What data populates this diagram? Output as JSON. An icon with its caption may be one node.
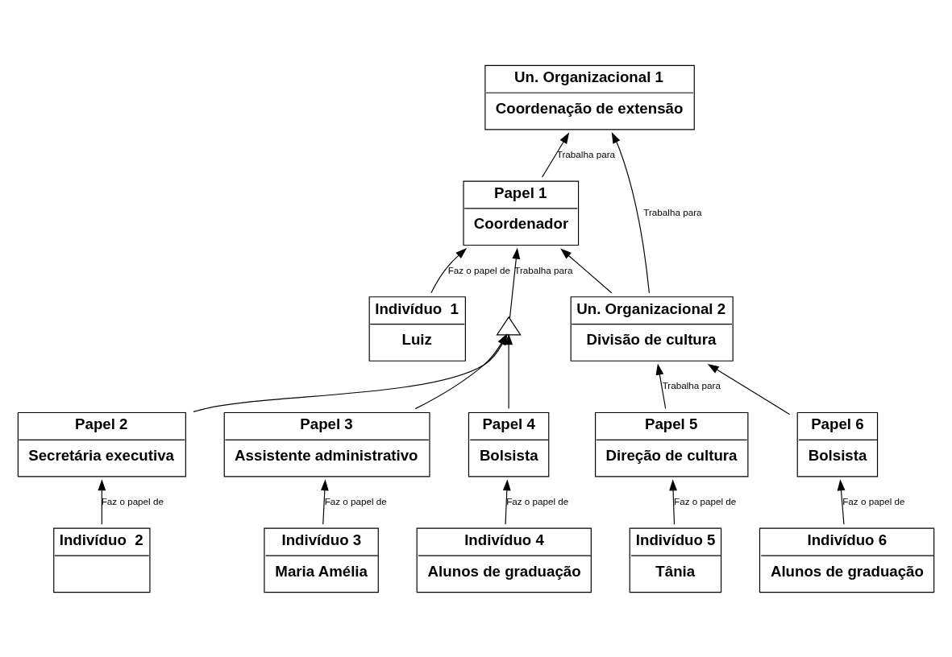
{
  "diagram": {
    "nodes": [
      {
        "text": [
          "Un. Organizacional 1",
          "Coordenação de extensão"
        ]
      },
      {
        "text": [
          "Un. Organizacional 2",
          "Divisão de cultura"
        ]
      },
      {
        "text": [
          "Papel 1",
          "Coordenador"
        ]
      },
      {
        "text": [
          "Indivíduo  1",
          "Luiz"
        ]
      },
      {
        "text": [
          "Papel 5",
          "Direção de cultura"
        ]
      },
      {
        "text": [
          "Papel 6",
          "Bolsista"
        ]
      },
      {
        "text": [],
        "shape": "triangle"
      },
      {
        "text": [
          "Papel 2",
          "Secretária executiva"
        ]
      },
      {
        "text": [
          "Papel 3",
          "Assistente administrativo"
        ]
      },
      {
        "text": [
          "Papel 4",
          "Bolsista"
        ]
      },
      {
        "text": [
          "Indivíduo 5",
          "Tânia"
        ]
      },
      {
        "text": [
          "Indivíduo 6",
          "Alunos de graduação"
        ]
      },
      {
        "text": [
          "Indivíduo  2"
        ]
      },
      {
        "text": [
          "Indivíduo 3",
          "Maria Amélia"
        ]
      },
      {
        "text": [
          "Indivíduo 4",
          "Alunos de graduação"
        ]
      }
    ],
    "edges": [
      {
        "from": 1,
        "to": 0,
        "arrow": "to",
        "label": "Trabalha para"
      },
      {
        "from": 2,
        "to": 0,
        "arrow": "to",
        "label": "Trabalha para"
      },
      {
        "from": 1,
        "to": 2,
        "arrow": "to"
      },
      {
        "from": 3,
        "to": 2,
        "arrow": "to",
        "label": "Faz o papel de"
      },
      {
        "from": 4,
        "to": 1,
        "arrow": "to",
        "label": "Trabalha para"
      },
      {
        "from": 5,
        "to": 1,
        "arrow": "to"
      },
      {
        "from": 6,
        "to": 2,
        "arrow": "to",
        "label": "Trabalha para"
      },
      {
        "from": 7,
        "to": 6,
        "arrow": "to"
      },
      {
        "from": 8,
        "to": 6,
        "arrow": "to"
      },
      {
        "from": 9,
        "to": 6,
        "arrow": "to"
      },
      {
        "from": 10,
        "to": 4,
        "arrow": "to",
        "label": "Faz o papel de"
      },
      {
        "from": 11,
        "to": 5,
        "arrow": "to",
        "label": "Faz o papel de"
      },
      {
        "from": 12,
        "to": 7,
        "arrow": "to",
        "label": "Faz o papel de"
      },
      {
        "from": 13,
        "to": 8,
        "arrow": "to",
        "label": "Faz o papel de"
      },
      {
        "from": 14,
        "to": 9,
        "arrow": "to",
        "label": "Faz o papel de"
      }
    ]
  }
}
